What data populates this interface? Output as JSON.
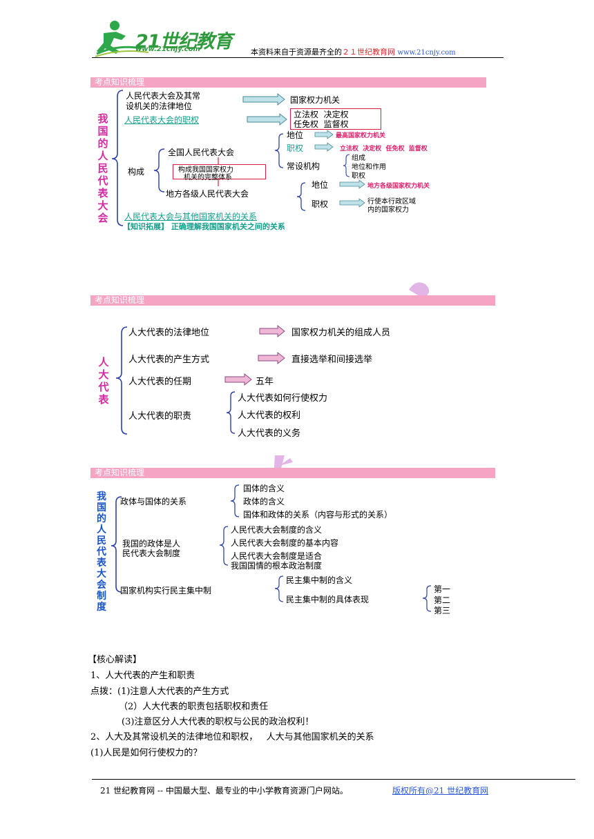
{
  "header": {
    "logo_main": "21世纪教育",
    "logo_url": "www.21cnjy.com",
    "note_prefix": "本资料来自于资源最齐全的",
    "note_brand": "２１世纪教育网",
    "note_url": "www.21cnjy.com"
  },
  "section1": {
    "band_title": "考点知识梳理",
    "vertical_title": "我国的人民代表大会",
    "row1_text_a": "人民代表大会及其常",
    "row1_text_b": "设机关的法律地位",
    "row1_result": "国家权力机关",
    "row2_text": "人民代表大会的职权",
    "row2_box_a": "立法权  决定权",
    "row2_box_b": "任免权  监督权",
    "goucheng": "构成",
    "national": "全国人民代表大会",
    "national_status": "地位",
    "national_status_val": "最高国家权力机关",
    "national_power": "职权",
    "national_power_val": "立法权  决定权  任免权  监督权",
    "standing": "常设机构",
    "standing_items": [
      "组成",
      "地位和作用",
      "职权"
    ],
    "complete_box_a": "构成我国国家权力",
    "complete_box_b": "机关的完整体系",
    "local": "地方各级人民代表大会",
    "local_status": "地位",
    "local_status_val": "地方各级国家权力机关",
    "local_power": "职权",
    "local_power_val_a": "行使本行政区域",
    "local_power_val_b": "内的国家权力",
    "relation": "人民代表大会与其他国家机关的关系",
    "ext_tag": "【知识拓展】",
    "ext_text": "正确理解我国国家机关之间的关系"
  },
  "section2": {
    "band_title": "考点知识梳理",
    "vertical_title": "人大代表",
    "r1": "人大代表的法律地位",
    "r1_val": "国家权力机关的组成人员",
    "r2": "人大代表的产生方式",
    "r2_val": "直接选举和间接选举",
    "r3": "人大代表的任期",
    "r3_val": "五年",
    "r4": "人大代表的职责",
    "r4_items": [
      "人大代表如何行使权力",
      "人大代表的权利",
      "人大代表的义务"
    ]
  },
  "section3": {
    "band_title": "考点知识梳理",
    "vertical_title": "我国的人民代表大会制度",
    "g1": "政体与国体的关系",
    "g1_items": [
      "国体的含义",
      "政体的含义",
      "国体和政体的关系（内容与形式的关系）"
    ],
    "g2_a": "我国的政体是人",
    "g2_b": "民代表大会制度",
    "g2_items": [
      "人民代表大会制度的含义",
      "人民代表大会制度的基本内容",
      "人民代表大会制度是适合",
      "我国国情的根本政治制度"
    ],
    "g3": "国家机构实行民主集中制",
    "g3_items": [
      "民主集中制的含义",
      "民主集中制的具体表现"
    ],
    "g3_sub": [
      "第一",
      "第二",
      "第三"
    ]
  },
  "core": {
    "heading": "【核心解读】",
    "lines": [
      "1、人大代表的产生和职责",
      "点拨：(1)注意人大代表的产生方式",
      "（2）人大代表的职责包括职权和责任",
      "(3)注意区分人大代表的职权与公民的政治权利！",
      "2、人大及其常设机关的法律地位和职权，   人大与其他国家机关的关系",
      "(1)人民是如何行使权力的？"
    ]
  },
  "footer": {
    "left": "21 世纪教育网 -- 中国最大型、最专业的中小学教育资源门户网站。",
    "right": "版权所有@21 世纪教育网"
  },
  "colors": {
    "band": "#f6a4c4",
    "teal": "#12a08c",
    "red": "#e0206a",
    "magenta": "#d42aa0",
    "blue": "#1a55c8"
  }
}
